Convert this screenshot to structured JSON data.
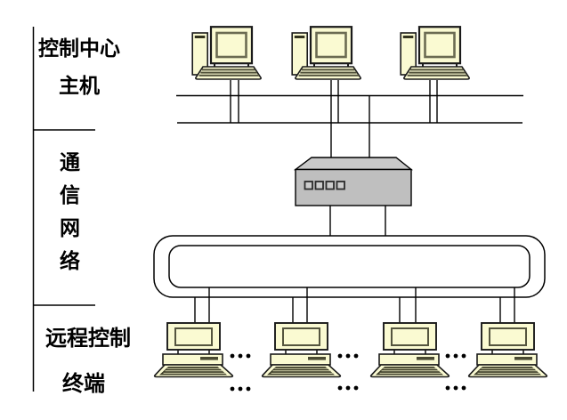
{
  "sidebar": {
    "sections": [
      {
        "label_line1": "控制中心",
        "label_line2": "主机"
      },
      {
        "label_vertical": "通信网络"
      },
      {
        "label_line1": "远程控制",
        "label_line2": "终端"
      }
    ]
  },
  "diagram": {
    "host_computer_count": 3,
    "terminal_computer_count": 4,
    "bus_line_count": 2,
    "switch_indicator_count": 4,
    "ellipsis_group_count": 6
  },
  "colors": {
    "computer_fill": "#FAFAD2",
    "computer_outline": "#1A1A1A",
    "screen_border": "#6B6B52",
    "keyboard_dark": "#3C3C28",
    "switch_front": "#BFBFBF",
    "switch_top": "#C9C9C9",
    "line": "#000000",
    "background": "#FFFFFF"
  }
}
